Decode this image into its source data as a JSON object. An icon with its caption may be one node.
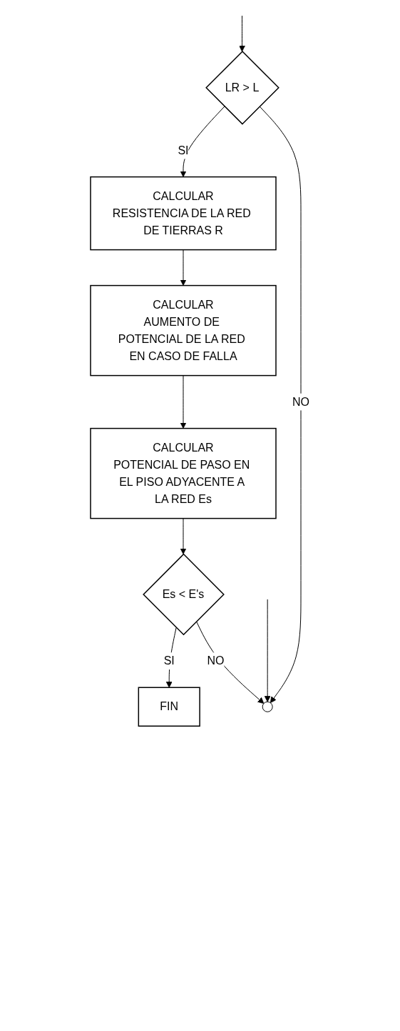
{
  "diagram": {
    "nodes": [
      {
        "text": [
          "LR > L"
        ]
      },
      {
        "text": [
          "CALCULAR",
          "RESISTENCIA DE LA RED DE TIERRAS R"
        ]
      },
      {
        "text": [
          "CALCULAR",
          "AUMENTO DE POTENCIAL DE LA RED EN CASO DE FALLA"
        ]
      },
      {
        "text": [
          "CALCULAR",
          "POTENCIAL DE PASO EN EL PISO ADYACENTE A LA RED Es"
        ]
      },
      {
        "text": [
          "Es < E's"
        ]
      },
      {
        "text": [
          "FIN"
        ]
      },
      {
        "text": [],
        "shape": "circle"
      }
    ],
    "edges": [
      {
        "from": null,
        "to": 0,
        "arrow": "to"
      },
      {
        "from": 0,
        "to": 1,
        "arrow": "to",
        "label": "SI"
      },
      {
        "from": 1,
        "to": 2,
        "arrow": "to"
      },
      {
        "from": 2,
        "to": 3,
        "arrow": "to"
      },
      {
        "from": 3,
        "to": 4,
        "arrow": "to"
      },
      {
        "from": 4,
        "to": 5,
        "arrow": "to",
        "label": "SI"
      },
      {
        "from": 0,
        "to": 6,
        "arrow": "to",
        "label": "NO"
      },
      {
        "from": null,
        "to": 6,
        "arrow": "to"
      },
      {
        "from": 4,
        "to": 6,
        "arrow": "to",
        "label": "NO"
      }
    ]
  }
}
